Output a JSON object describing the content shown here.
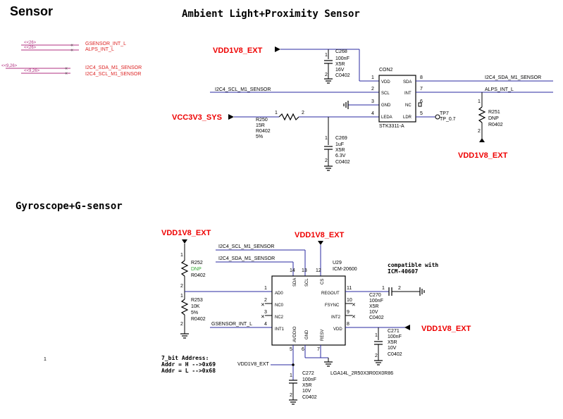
{
  "titles": {
    "sensor": "Sensor",
    "als": "Ambient Light+Proximity Sensor",
    "gyro": "Gyroscope+G-sensor"
  },
  "offpage": {
    "ref1": "<<26>",
    "ref2": "<<26>",
    "ref3": "<<9,26>",
    "ref4": "<<9,26>",
    "net1": "GSENSOR_INT_L",
    "net2": "ALPS_INT_L",
    "net3": "I2C4_SDA_M1_SENSOR",
    "net4": "I2C4_SCL_M1_SENSOR"
  },
  "power": {
    "p1": "VDD1V8_EXT",
    "p2": "VCC3V3_SYS",
    "p3": "VDD1V8_EXT",
    "p4": "VDD1V8_EXT",
    "p5": "VDD1V8_EXT",
    "p6": "VDD1V8_EXT",
    "p7": "VDD1V8_EXT"
  },
  "als": {
    "c268": {
      "ref": "C268",
      "v": "100nF",
      "d": "X5R",
      "r": "16V",
      "p": "C0402"
    },
    "r250": {
      "ref": "R250",
      "v": "15R",
      "p": "R0402",
      "tol": "5%"
    },
    "c269": {
      "ref": "C269",
      "v": "1uF",
      "d": "X5R",
      "r": "6.3V",
      "p": "C0402"
    },
    "con2": {
      "ref": "CON2",
      "part": "STK3311-A",
      "vdd": "VDD",
      "scl": "SCL",
      "gnd": "GND",
      "leda": "LEDA",
      "sda": "SDA",
      "int": "INT",
      "nc": "NC",
      "ldr": "LDR"
    },
    "r251": {
      "ref": "R251",
      "v": "DNP",
      "p": "R0402"
    },
    "tp7": {
      "ref": "TP7",
      "v": "TP_0.7"
    },
    "net_sda": "I2C4_SDA_M1_SENSOR",
    "net_scl": "I2C4_SCL_M1_SENSOR",
    "net_int": "ALPS_INT_L"
  },
  "gyro": {
    "r252": {
      "ref": "R252",
      "v": "DNP",
      "p": "R0402"
    },
    "r253": {
      "ref": "R253",
      "v": "10K",
      "tol": "5%",
      "p": "R0402"
    },
    "u29": {
      "ref": "U29",
      "part": "ICM-20600",
      "pkg": "LGA14L_2R50X3R00X0R86",
      "ad0": "AD0",
      "nc0": "NC0",
      "nc2": "NC2",
      "int1": "INT1",
      "regout": "REGOUT",
      "fsync": "FSYNC",
      "int2": "INT2",
      "vdd": "VDD",
      "sda": "SDA",
      "scl": "SCL",
      "cs": "CS",
      "avddio": "AVDDIO",
      "gnd": "GND",
      "resv": "RESV"
    },
    "compat1": "compatible with",
    "compat2": "ICM-40607",
    "c270": {
      "ref": "C270",
      "v": "100nF",
      "d": "X5R",
      "r": "10V",
      "p": "C0402"
    },
    "c271": {
      "ref": "C271",
      "v": "100nF",
      "d": "X5R",
      "r": "10V",
      "p": "C0402"
    },
    "c272": {
      "ref": "C272",
      "v": "100nF",
      "d": "X5R",
      "r": "10V",
      "p": "C0402"
    },
    "net_scl": "I2C4_SCL_M1_SENSOR",
    "net_sda": "I2C4_SDA_M1_SENSOR",
    "net_int": "GSENSOR_INT_L",
    "net_vdd": "VDD1V8_EXT",
    "addr1": "7_bit Address:",
    "addr2": "Addr = H -->0x69",
    "addr3": "Addr = L -->0x68"
  },
  "sheet_mark": "1"
}
